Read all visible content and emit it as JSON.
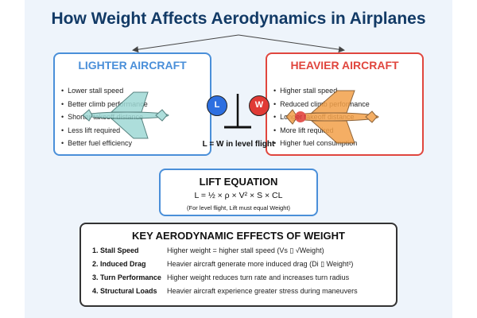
{
  "title": "How Weight Affects Aerodynamics in Airplanes",
  "lighter": {
    "heading": "LIGHTER AIRCRAFT",
    "items": [
      "Lower stall speed",
      "Better climb performance",
      "Shorter takeoff distance",
      "Less lift required",
      "Better fuel efficiency"
    ],
    "color": "#4a8fd9"
  },
  "heavier": {
    "heading": "HEAVIER AIRCRAFT",
    "items": [
      "Higher stall speed",
      "Reduced climb performance",
      "Longer takeoff distance",
      "More lift required",
      "Higher fuel consumption"
    ],
    "color": "#e0463e"
  },
  "balance": {
    "lift_badge": "L",
    "weight_badge": "W",
    "caption": "L = W in level flight",
    "lift_color": "#2d6fe0",
    "weight_color": "#e03a35"
  },
  "lift_equation": {
    "heading": "LIFT EQUATION",
    "formula": "L = ½ × ρ × V² × S × CL",
    "note": "(For level flight, Lift must equal Weight)"
  },
  "effects": {
    "heading": "KEY AERODYNAMIC EFFECTS OF WEIGHT",
    "rows": [
      {
        "label": "1. Stall Speed",
        "text": "Higher weight = higher stall speed (Vs ▯ √Weight)"
      },
      {
        "label": "2. Induced Drag",
        "text": "Heavier aircraft generate more induced drag (Di ▯ Weight²)"
      },
      {
        "label": "3. Turn Performance",
        "text": "Higher weight reduces turn rate and increases turn radius"
      },
      {
        "label": "4. Structural Loads",
        "text": "Heavier aircraft experience greater stress during maneuvers"
      }
    ]
  },
  "icons": {
    "light_plane": "airplane-icon",
    "heavy_plane": "airplane-icon",
    "scale": "balance-scale-icon"
  }
}
